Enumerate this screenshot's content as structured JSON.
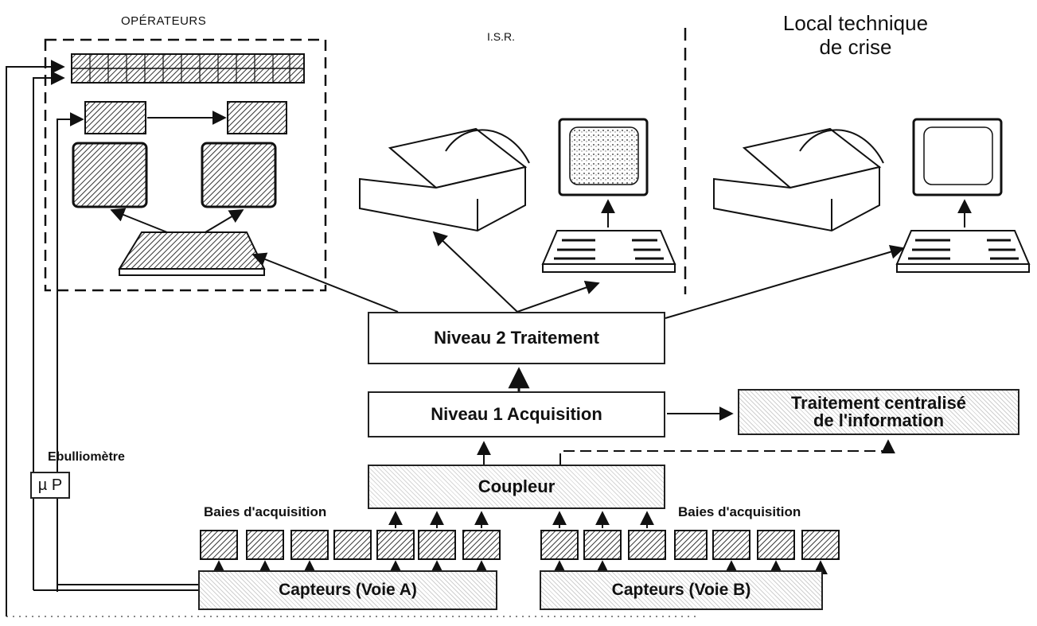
{
  "sections": {
    "operateurs": "OPÉRATEURS",
    "isr": "I.S.R.",
    "crise_line1": "Local technique",
    "crise_line2": "de crise"
  },
  "boxes": {
    "niveau2": "Niveau 2 Traitement",
    "niveau1": "Niveau 1 Acquisition",
    "coupleur": "Coupleur",
    "centralise_line1": "Traitement centralisé",
    "centralise_line2": "de l'information",
    "capteurs_a": "Capteurs (Voie A)",
    "capteurs_b": "Capteurs (Voie B)",
    "mup": "µ P"
  },
  "labels": {
    "ebulliometre": "Ebulliomètre",
    "baies_a": "Baies d'acquisition",
    "baies_b": "Baies d'acquisition"
  },
  "icons": [
    "control-panel-icon",
    "printer-icon",
    "monitor-icon",
    "console-icon",
    "keyboard-icon",
    "recorder-icon"
  ]
}
